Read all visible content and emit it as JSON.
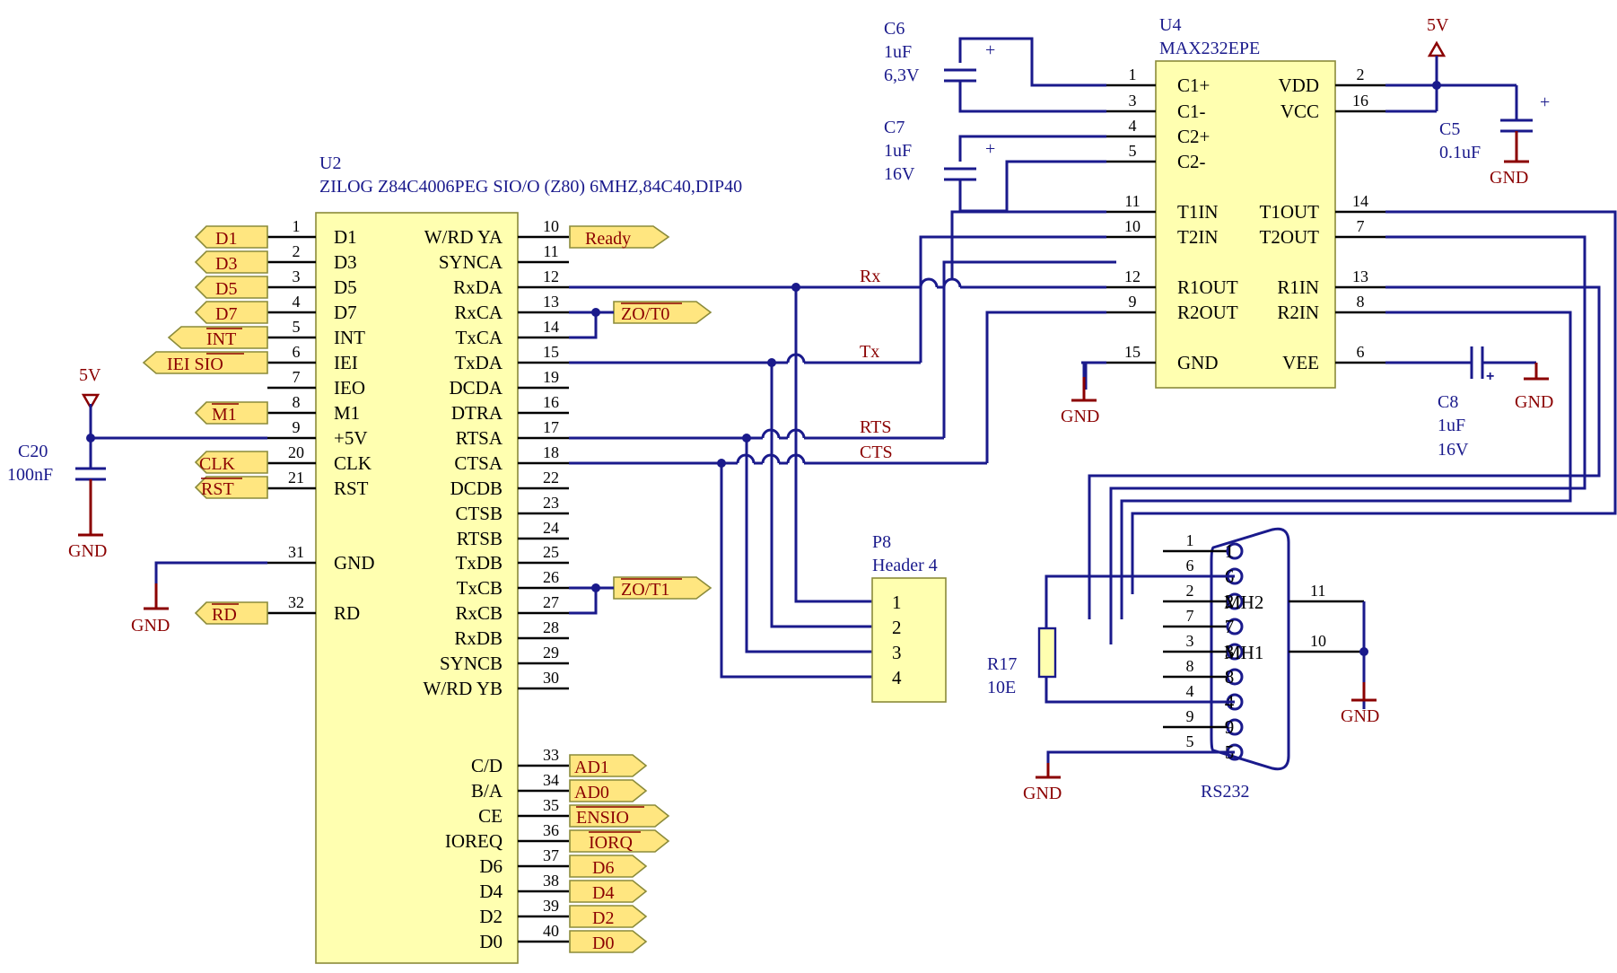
{
  "u2": {
    "ref": "U2",
    "desc": "ZILOG  Z84C4006PEG  SIO/O (Z80) 6MHZ,84C40,DIP40",
    "left_pins": [
      {
        "num": "1",
        "name": "D1"
      },
      {
        "num": "2",
        "name": "D3"
      },
      {
        "num": "3",
        "name": "D5"
      },
      {
        "num": "4",
        "name": "D7"
      },
      {
        "num": "5",
        "name": "INT"
      },
      {
        "num": "6",
        "name": "IEI"
      },
      {
        "num": "7",
        "name": "IEO"
      },
      {
        "num": "8",
        "name": "M1"
      },
      {
        "num": "9",
        "name": "+5V"
      },
      {
        "num": "20",
        "name": "CLK"
      },
      {
        "num": "21",
        "name": "RST"
      },
      {
        "num": "31",
        "name": "GND"
      },
      {
        "num": "32",
        "name": "RD"
      }
    ],
    "right_pins": [
      {
        "num": "10",
        "name": "W/RD YA"
      },
      {
        "num": "11",
        "name": "SYNCA"
      },
      {
        "num": "12",
        "name": "RxDA"
      },
      {
        "num": "13",
        "name": "RxCA"
      },
      {
        "num": "14",
        "name": "TxCA"
      },
      {
        "num": "15",
        "name": "TxDA"
      },
      {
        "num": "19",
        "name": "DCDA"
      },
      {
        "num": "16",
        "name": "DTRA"
      },
      {
        "num": "17",
        "name": "RTSA"
      },
      {
        "num": "18",
        "name": "CTSA"
      },
      {
        "num": "22",
        "name": "DCDB"
      },
      {
        "num": "23",
        "name": "CTSB"
      },
      {
        "num": "24",
        "name": "RTSB"
      },
      {
        "num": "25",
        "name": "TxDB"
      },
      {
        "num": "26",
        "name": "TxCB"
      },
      {
        "num": "27",
        "name": "RxCB"
      },
      {
        "num": "28",
        "name": "RxDB"
      },
      {
        "num": "29",
        "name": "SYNCB"
      },
      {
        "num": "30",
        "name": "W/RD YB"
      },
      {
        "num": "33",
        "name": "C/D"
      },
      {
        "num": "34",
        "name": "B/A"
      },
      {
        "num": "35",
        "name": "CE"
      },
      {
        "num": "36",
        "name": "IOREQ"
      },
      {
        "num": "37",
        "name": "D6"
      },
      {
        "num": "38",
        "name": "D4"
      },
      {
        "num": "39",
        "name": "D2"
      },
      {
        "num": "40",
        "name": "D0"
      }
    ]
  },
  "u2_left_flags": [
    "D1",
    "D3",
    "D5",
    "D7",
    "INT",
    "IEI  SIO",
    "M1",
    "CLK",
    "RST",
    "RD"
  ],
  "u2_right_flags": [
    "Ready",
    "ZO/T0",
    "ZO/T1",
    "AD1",
    "AD0",
    "ENSIO",
    "IORQ",
    "D6",
    "D4",
    "D2",
    "D0"
  ],
  "u4": {
    "ref": "U4",
    "desc": "MAX232EPE",
    "left_pins": [
      {
        "num": "1",
        "name": "C1+"
      },
      {
        "num": "3",
        "name": "C1-"
      },
      {
        "num": "4",
        "name": "C2+"
      },
      {
        "num": "5",
        "name": "C2-"
      },
      {
        "num": "11",
        "name": "T1IN"
      },
      {
        "num": "10",
        "name": "T2IN"
      },
      {
        "num": "12",
        "name": "R1OUT"
      },
      {
        "num": "9",
        "name": "R2OUT"
      },
      {
        "num": "15",
        "name": "GND"
      }
    ],
    "right_pins": [
      {
        "num": "2",
        "name": "VDD"
      },
      {
        "num": "16",
        "name": "VCC"
      },
      {
        "num": "14",
        "name": "T1OUT"
      },
      {
        "num": "7",
        "name": "T2OUT"
      },
      {
        "num": "13",
        "name": "R1IN"
      },
      {
        "num": "8",
        "name": "R2IN"
      },
      {
        "num": "6",
        "name": "VEE"
      }
    ]
  },
  "caps": [
    {
      "ref": "C6",
      "value": "1uF",
      "rating": "6,3V"
    },
    {
      "ref": "C7",
      "value": "1uF",
      "rating": "16V"
    },
    {
      "ref": "C5",
      "value": "0.1uF"
    },
    {
      "ref": "C8",
      "value": "1uF",
      "rating": "16V"
    },
    {
      "ref": "C20",
      "value": "100nF"
    }
  ],
  "resistor": {
    "ref": "R17",
    "value": "10E"
  },
  "header": {
    "ref": "P8",
    "desc": "Header 4",
    "pins": [
      "1",
      "2",
      "3",
      "4"
    ]
  },
  "connector": {
    "name": "RS232",
    "pins": [
      {
        "num": "1",
        "label": "1"
      },
      {
        "num": "6",
        "label": "6"
      },
      {
        "num": "2",
        "label": "2"
      },
      {
        "num": "7",
        "label": "7"
      },
      {
        "num": "3",
        "label": "3"
      },
      {
        "num": "8",
        "label": "8"
      },
      {
        "num": "4",
        "label": "4"
      },
      {
        "num": "9",
        "label": "9"
      },
      {
        "num": "5",
        "label": "5"
      }
    ],
    "mh": [
      {
        "label": "MH2",
        "num": "11"
      },
      {
        "label": "MH1",
        "num": "10"
      }
    ]
  },
  "nets": {
    "rx": "Rx",
    "tx": "Tx",
    "rts": "RTS",
    "cts": "CTS"
  },
  "power": {
    "vcc": "5V",
    "gnd": "GND"
  }
}
